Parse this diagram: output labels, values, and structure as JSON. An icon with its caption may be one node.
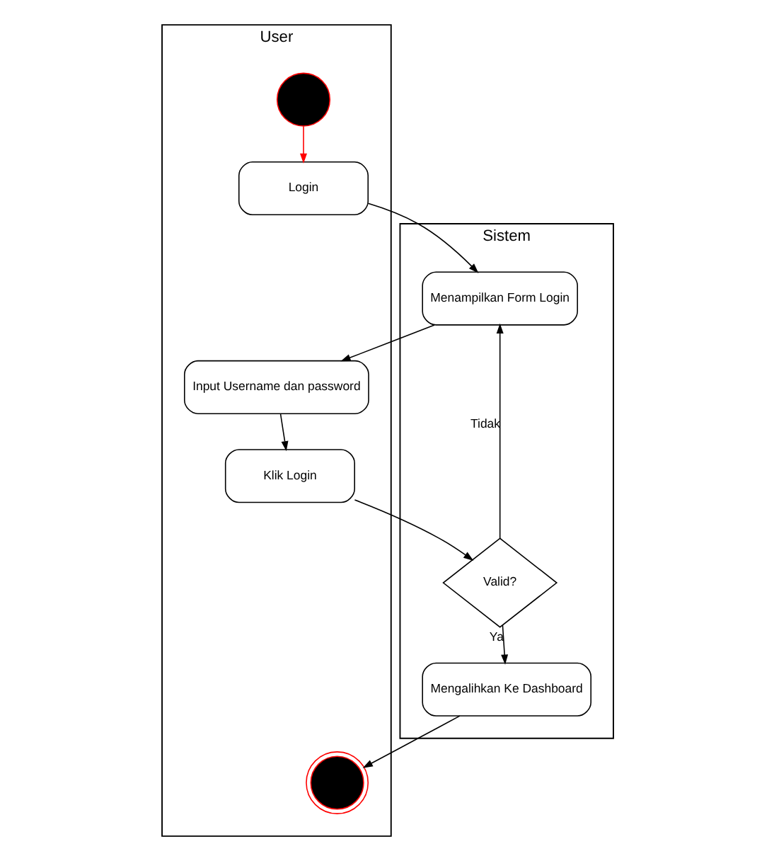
{
  "diagram": {
    "nodes": [
      {
        "text": [
          "User"
        ]
      },
      {
        "text": [
          "Sistem"
        ]
      },
      {
        "text": [],
        "shape": "circle",
        "in": 0
      },
      {
        "text": [
          "Login"
        ],
        "in": 0
      },
      {
        "text": [
          "Menampilkan Form Login"
        ],
        "in": 1
      },
      {
        "text": [
          "Input Username dan password"
        ],
        "in": 0
      },
      {
        "text": [
          "Klik Login"
        ],
        "in": 0
      },
      {
        "text": [
          "Valid?"
        ],
        "in": 1
      },
      {
        "text": [
          "Mengalihkan Ke Dashboard"
        ],
        "in": 1
      },
      {
        "text": [],
        "shape": "circle",
        "in": 0
      }
    ],
    "edges": [
      {
        "from": 2,
        "to": 3,
        "arrow": "to",
        "color": "#ff0000"
      },
      {
        "from": 3,
        "to": 4,
        "arrow": "to"
      },
      {
        "from": 4,
        "to": 5,
        "arrow": "to"
      },
      {
        "from": 5,
        "to": 6,
        "arrow": "to"
      },
      {
        "from": 6,
        "to": 7,
        "arrow": "to"
      },
      {
        "from": 7,
        "to": 4,
        "arrow": "to",
        "label": "Tidak"
      },
      {
        "from": 7,
        "to": 8,
        "arrow": "to",
        "label": "Ya"
      },
      {
        "from": 8,
        "to": 9,
        "arrow": "to"
      }
    ]
  }
}
